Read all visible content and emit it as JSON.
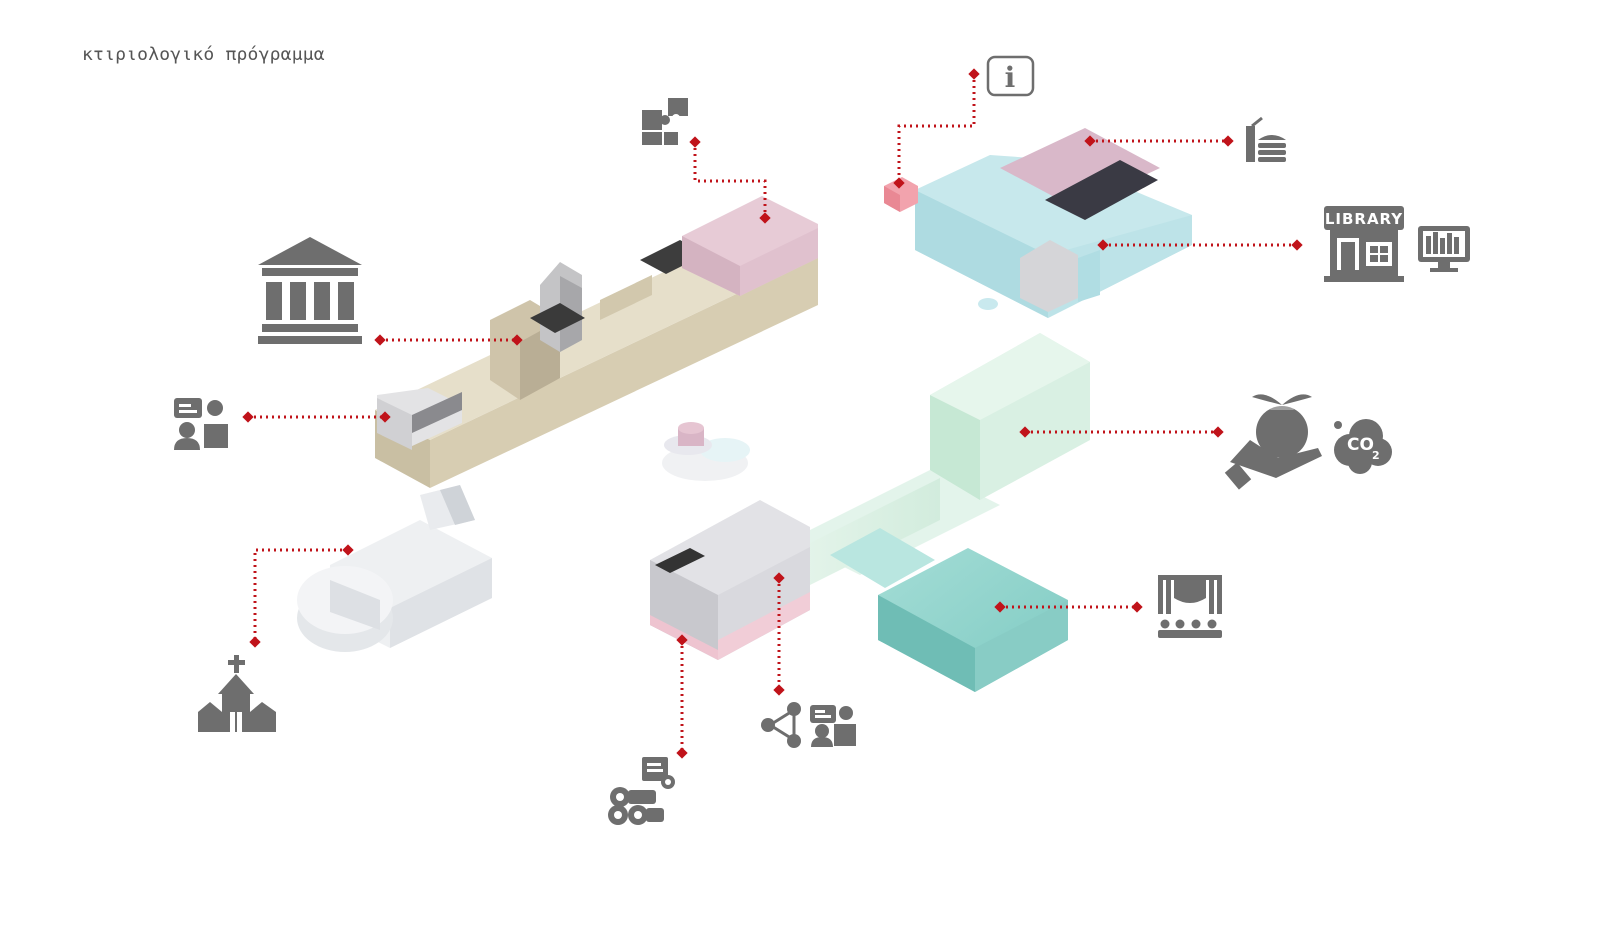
{
  "title": "κτιριολογικό πρόγραμμα",
  "library_sign": "LIBRARY",
  "co2_sign": "CO",
  "co2_subscript": "2",
  "info_glyph": "i",
  "colors": {
    "leader": "#c0131a",
    "icon": "#6e6e6e",
    "museum_block": "#d9d0b6",
    "pink_accent": "#e6c5d2",
    "library_block": "#bfe3e8",
    "green_block": "#d6eee0",
    "teal_block": "#8fd3cc",
    "grey_block": "#d6d6da",
    "church_block": "#eceef0"
  },
  "icons": [
    "museum-icon",
    "puzzle-icon",
    "info-icon",
    "food-icon",
    "library-icon",
    "digital-library-icon",
    "presentation-icon",
    "environment-icon",
    "co2-icon",
    "theater-icon",
    "church-icon",
    "network-icon",
    "meeting-icon",
    "archive-settings-icon"
  ]
}
